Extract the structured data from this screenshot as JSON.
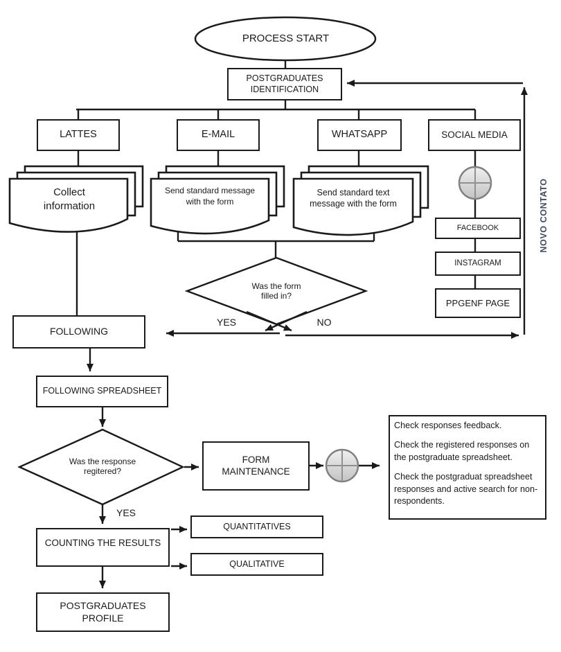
{
  "flowchart": {
    "start": "PROCESS START",
    "identification": "POSTGRADUATES IDENTIFICATION",
    "channels": {
      "lattes": "LATTES",
      "email": "E-MAIL",
      "whatsapp": "WHATSAPP",
      "social_media": "SOCIAL MEDIA"
    },
    "documents": {
      "collect": "Collect information",
      "email_message": "Send standard message with the form",
      "whatsapp_message": "Send standard text message with the form"
    },
    "social_pages": {
      "facebook": "FACEBOOK",
      "instagram": "INSTAGRAM",
      "ppgenf": "PPGENF PAGE"
    },
    "side_label": "NOVO CONTATO",
    "decision_form": {
      "question": "Was the form filled in?",
      "yes": "YES",
      "no": "NO"
    },
    "following": "FOLLOWING",
    "following_spreadsheet": "FOLLOWING SPREADSHEET",
    "decision_response": {
      "question": "Was the response regitered?",
      "yes": "YES"
    },
    "form_maintenance": "FORM MAINTENANCE",
    "checklist": {
      "item1": "Check responses feedback.",
      "item2": "Check the registered responses on the postgraduate spreadsheet.",
      "item3": "Check the postgraduat spreadsheet responses and active search for non-respondents."
    },
    "counting": "COUNTING THE RESULTS",
    "outputs": {
      "quantitatives": "QUANTITATIVES",
      "qualitative": "QUALITATIVE"
    },
    "profile": "POSTGRADUATES PROFILE"
  },
  "colors": {
    "line": "#1a1a1a",
    "background": "#ffffff",
    "connector_fill_top": "#efefef",
    "connector_fill_bottom": "#c3c3c3",
    "connector_border": "#7f7f7f",
    "side_label_text": "#3f4e60"
  }
}
